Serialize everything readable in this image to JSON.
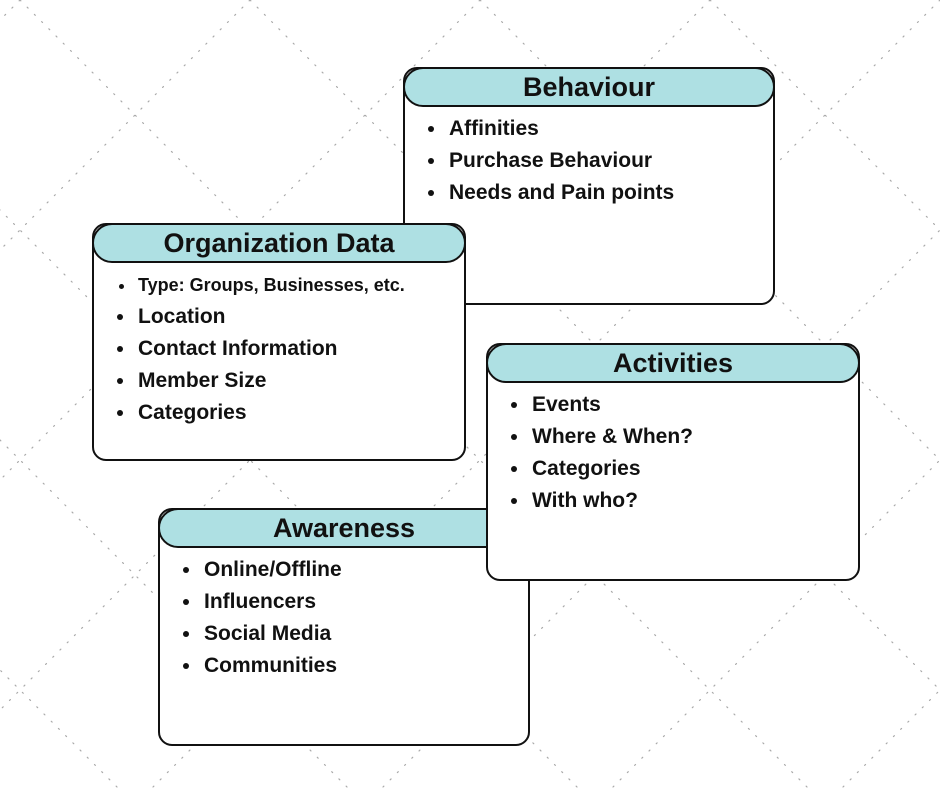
{
  "colors": {
    "header": "#aee0e3",
    "border": "#111111"
  },
  "cards": {
    "behaviour": {
      "title": "Behaviour",
      "items": [
        "Affinities",
        "Purchase Behaviour",
        "Needs and Pain points"
      ]
    },
    "organization": {
      "title": "Organization Data",
      "items": [
        "Type: Groups, Businesses, etc.",
        "Location",
        "Contact Information",
        "Member Size",
        "Categories"
      ]
    },
    "activities": {
      "title": "Activities",
      "items": [
        "Events",
        "Where & When?",
        "Categories",
        "With who?"
      ]
    },
    "awareness": {
      "title": "Awareness",
      "items": [
        "Online/Offline",
        "Influencers",
        "Social Media",
        "Communities"
      ]
    }
  }
}
